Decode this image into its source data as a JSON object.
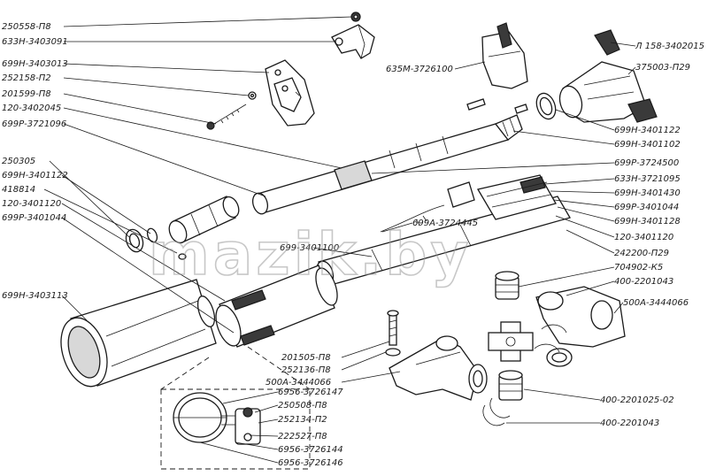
{
  "diagram": {
    "watermark": "mazik.by",
    "labels": [
      {
        "id": "l01",
        "text": "250558-П8"
      },
      {
        "id": "l02",
        "text": "633Н-3403091"
      },
      {
        "id": "l03",
        "text": "699Н-3403013"
      },
      {
        "id": "l04",
        "text": "252158-П2"
      },
      {
        "id": "l05",
        "text": "201599-П8"
      },
      {
        "id": "l06",
        "text": "120-3402045"
      },
      {
        "id": "l07",
        "text": "699Р-3721096"
      },
      {
        "id": "l08",
        "text": "250305"
      },
      {
        "id": "l09",
        "text": "699Н-3401122"
      },
      {
        "id": "l10",
        "text": "418814"
      },
      {
        "id": "l11",
        "text": "120-3401120"
      },
      {
        "id": "l12",
        "text": "699Р-3401044"
      },
      {
        "id": "l13",
        "text": "699Н-3403113"
      },
      {
        "id": "l14",
        "text": "635М-3726100"
      },
      {
        "id": "l15",
        "text": "Л 158-3402015"
      },
      {
        "id": "l16",
        "text": "375003-П29"
      },
      {
        "id": "l17",
        "text": "699Н-3401122"
      },
      {
        "id": "l18",
        "text": "699Н-3401102"
      },
      {
        "id": "l19",
        "text": "699Р-3724500"
      },
      {
        "id": "l20",
        "text": "633Н-3721095"
      },
      {
        "id": "l21",
        "text": "699Н-3401430"
      },
      {
        "id": "l22",
        "text": "699Р-3401044"
      },
      {
        "id": "l23",
        "text": "699Н-3401128"
      },
      {
        "id": "l24",
        "text": "120-3401120"
      },
      {
        "id": "l25",
        "text": "242200-П29"
      },
      {
        "id": "l26",
        "text": "704902-К5"
      },
      {
        "id": "l27",
        "text": "400-2201043"
      },
      {
        "id": "l28",
        "text": "500А-3444066"
      },
      {
        "id": "l29",
        "text": "699А-3724445"
      },
      {
        "id": "l30",
        "text": "699-3401100"
      },
      {
        "id": "l31",
        "text": "201505-П8"
      },
      {
        "id": "l32",
        "text": "252136-П8"
      },
      {
        "id": "l33",
        "text": "500А-3444066"
      },
      {
        "id": "l34",
        "text": "6956-3726147"
      },
      {
        "id": "l35",
        "text": "250508-П8"
      },
      {
        "id": "l36",
        "text": "252134-П2"
      },
      {
        "id": "l37",
        "text": "222527-П8"
      },
      {
        "id": "l38",
        "text": "6956-3726144"
      },
      {
        "id": "l39",
        "text": "6956-3726146"
      },
      {
        "id": "l40",
        "text": "400-2201025-02"
      },
      {
        "id": "l41",
        "text": "400-2201043"
      }
    ]
  }
}
